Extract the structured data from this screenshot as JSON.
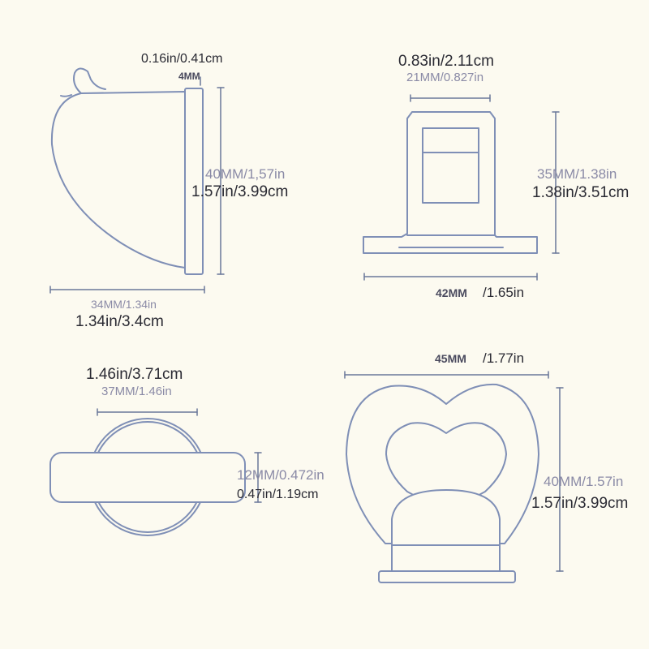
{
  "panels": {
    "top_left": {
      "hook_width": {
        "inch": "0.16in/0.41cm",
        "mm": "4MM"
      },
      "height": {
        "mm": "40MM/1,57in",
        "inch": "1.57in/3.99cm"
      },
      "width": {
        "mm": "34MM/1.34in",
        "inch": "1.34in/3.4cm"
      }
    },
    "top_right": {
      "slot_width": {
        "inch": "0.83in/2.11cm",
        "mm": "21MM/0.827in"
      },
      "height": {
        "mm": "35MM/1.38in",
        "inch": "1.38in/3.51cm"
      },
      "width": {
        "mm": "42MM",
        "inch": "/1.65in"
      }
    },
    "bottom_left": {
      "diameter": {
        "inch": "1.46in/3.71cm",
        "mm": "37MM/1.46in"
      },
      "thickness": {
        "mm": "12MM/0.472in",
        "inch": "0.47in/1.19cm"
      }
    },
    "bottom_right": {
      "width": {
        "mm": "45MM",
        "inch": "/1.77in"
      },
      "height": {
        "mm": "40MM/1.57in",
        "inch": "1.57in/3.99cm"
      }
    }
  },
  "colors": {
    "background": "#fcfaf0",
    "outline": "#7f8fb6",
    "text_dark": "#2a2a33",
    "text_muted": "#8a8aa6"
  }
}
